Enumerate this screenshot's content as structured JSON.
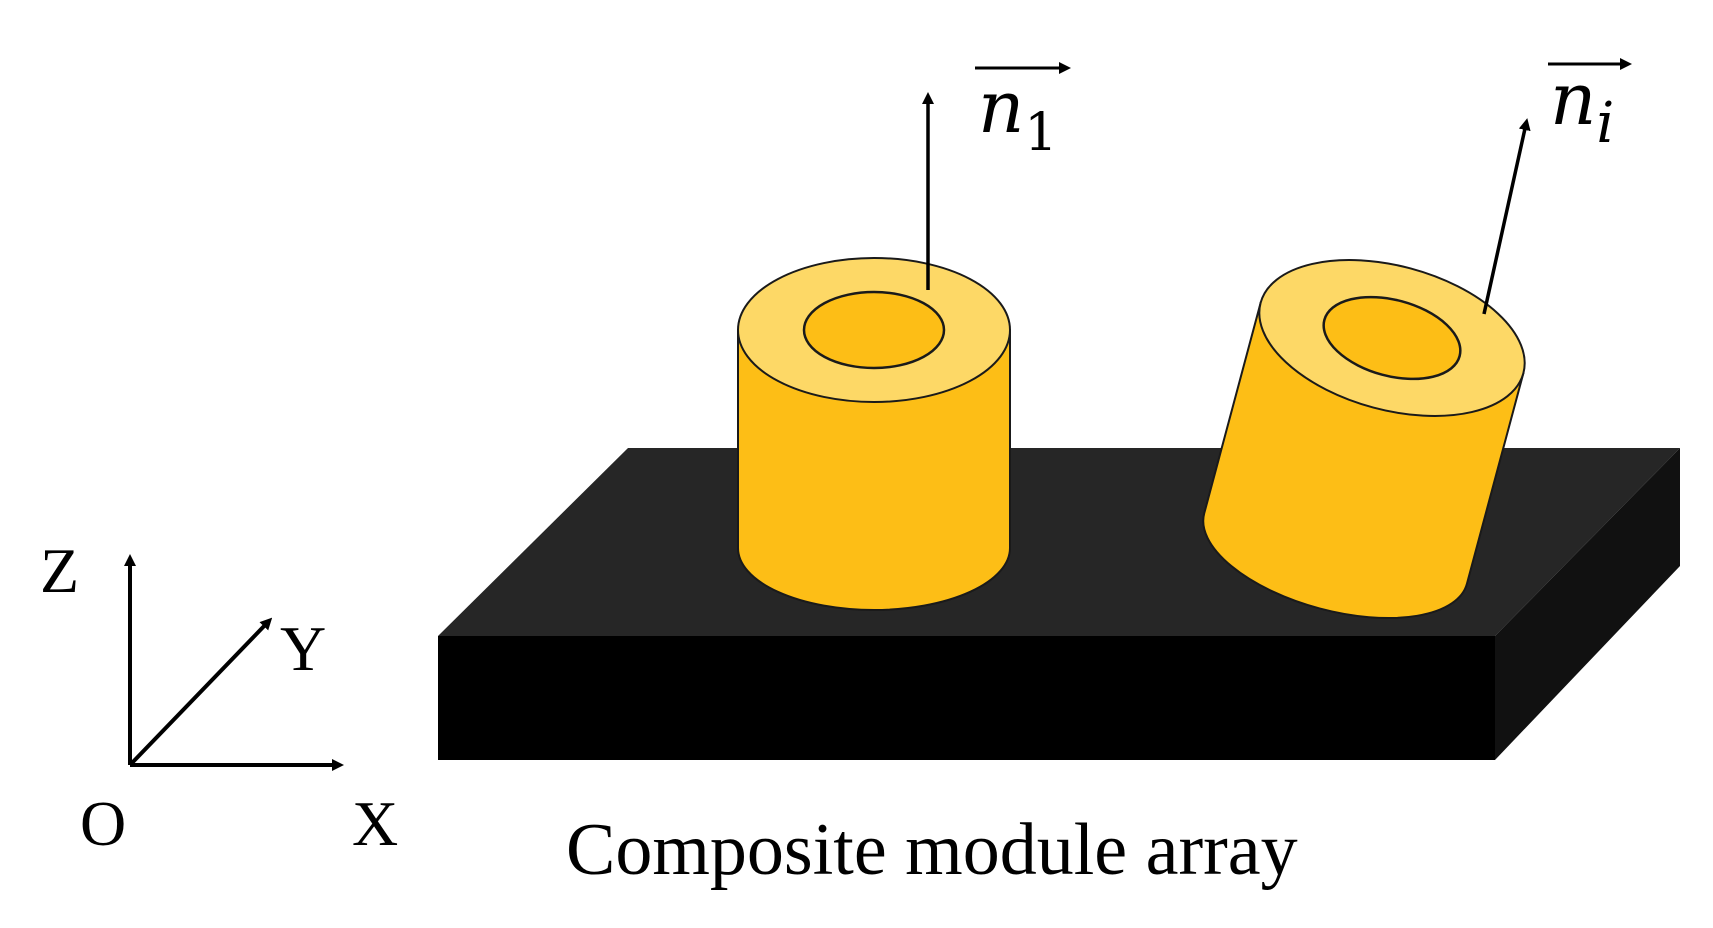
{
  "caption": "Composite module array",
  "axes": {
    "z": "Z",
    "y": "Y",
    "x": "X",
    "origin": "O"
  },
  "vectors": [
    {
      "base": "n",
      "subscript": "1"
    },
    {
      "base": "n",
      "subscript": "i"
    }
  ],
  "colors": {
    "substrate_top": "#262626",
    "substrate_front": "#000000",
    "substrate_side": "#111111",
    "cylinder_body": "#FDBE16",
    "cylinder_ring": "#FDD866",
    "cylinder_bore": "#FDBE16",
    "outline": "#1a1a1a"
  }
}
